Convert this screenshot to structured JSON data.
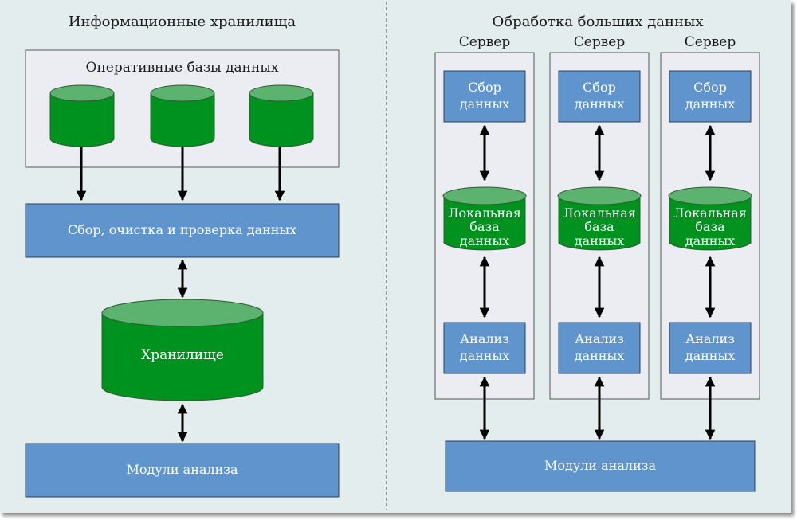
{
  "left_panel": {
    "title": "Информационные хранилища",
    "ops_group_title": "Оперативные базы данных",
    "operational_db_count": 3,
    "collect_box": "Сбор, очистка и проверка данных",
    "warehouse": "Хранилище",
    "analysis_modules": "Модули анализа"
  },
  "right_panel": {
    "title": "Обработка больших данных",
    "servers": [
      {
        "label": "Сервер",
        "collect": [
          "Сбор",
          "данных"
        ],
        "local_db": [
          "Локальная",
          "база",
          "данных"
        ],
        "analysis": [
          "Анализ",
          "данных"
        ]
      },
      {
        "label": "Сервер",
        "collect": [
          "Сбор",
          "данных"
        ],
        "local_db": [
          "Локальная",
          "база",
          "данных"
        ],
        "analysis": [
          "Анализ",
          "данных"
        ]
      },
      {
        "label": "Сервер",
        "collect": [
          "Сбор",
          "данных"
        ],
        "local_db": [
          "Локальная",
          "база",
          "данных"
        ],
        "analysis": [
          "Анализ",
          "данных"
        ]
      }
    ],
    "analysis_modules": "Модули анализа"
  },
  "colors": {
    "background": "#e3edee",
    "group_fill": "#ecedf3",
    "box_blue": "#6094cd",
    "cylinder_body": "#00921e",
    "cylinder_top": "#5cb26f",
    "arrow": "#000000"
  }
}
